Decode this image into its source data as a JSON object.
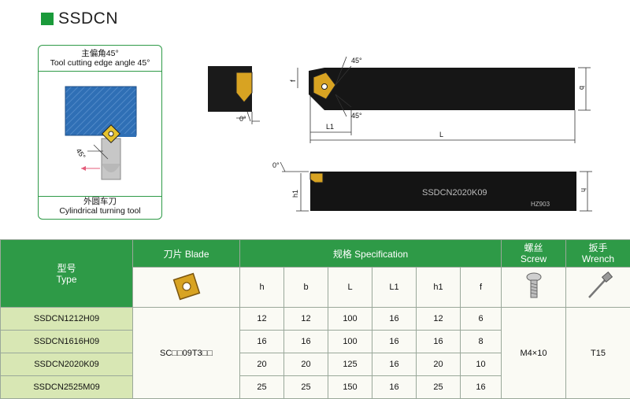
{
  "title": "SSDCN",
  "infobox": {
    "top_cn": "主偏角45°",
    "top_en": "Tool cutting edge angle 45°",
    "bottom_cn": "外圆车刀",
    "bottom_en": "Cylindrical turning tool",
    "angle_label": "45°"
  },
  "drawing": {
    "front_angle": "0°",
    "top_angle_upper": "45°",
    "top_angle_lower": "45°",
    "f_label": "f",
    "b_label": "b",
    "l1_label": "L1",
    "l_label": "L",
    "side_angle": "0°",
    "h1_label": "h1",
    "h_label": "h",
    "bar_marking": "SSDCN2020K09",
    "bar_small_marking": "HZ903"
  },
  "table": {
    "type_cn": "型号",
    "type_en": "Type",
    "blade_label": "刀片 Blade",
    "spec_label": "规格 Specification",
    "screw_cn": "螺丝",
    "screw_en": "Screw",
    "wrench_cn": "扳手",
    "wrench_en": "Wrench",
    "columns": [
      "h",
      "b",
      "L",
      "L1",
      "h1",
      "f"
    ],
    "blade_value": "SC□□09T3□□",
    "screw_value": "M4×10",
    "wrench_value": "T15",
    "rows": [
      {
        "type": "SSDCN1212H09",
        "values": [
          "12",
          "12",
          "100",
          "16",
          "12",
          "6"
        ]
      },
      {
        "type": "SSDCN1616H09",
        "values": [
          "16",
          "16",
          "100",
          "16",
          "16",
          "8"
        ]
      },
      {
        "type": "SSDCN2020K09",
        "values": [
          "20",
          "20",
          "125",
          "16",
          "20",
          "10"
        ]
      },
      {
        "type": "SSDCN2525M09",
        "values": [
          "25",
          "25",
          "150",
          "16",
          "25",
          "16"
        ]
      }
    ]
  },
  "colors": {
    "accent_green": "#2e9a47",
    "type_cell_bg": "#d8e7b4",
    "insert_gold": "#d8a322",
    "workpiece_blue": "#2f6fb5"
  }
}
